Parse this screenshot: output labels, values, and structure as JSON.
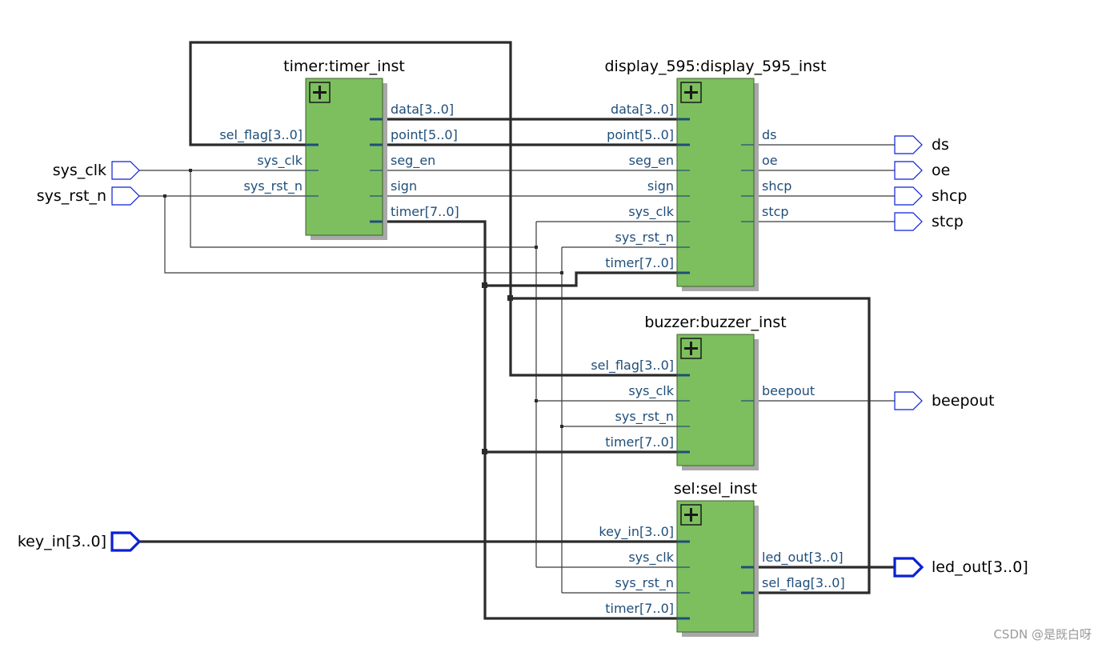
{
  "colors": {
    "block_fill": "#7dbf5e",
    "block_border": "#3e5f2e",
    "shadow": "#a8a8a8",
    "port_text": "#1f4e79",
    "bus_wire": "#2b2b2b",
    "bus_port_stub": "#1f4e79",
    "wire": "#3a3a3a",
    "io_pin": "#0b1fd6"
  },
  "inputs": [
    {
      "name": "sys_clk",
      "icon": "input-pin-icon"
    },
    {
      "name": "sys_rst_n",
      "icon": "input-pin-icon"
    },
    {
      "name": "key_in[3..0]",
      "icon": "input-pin-icon"
    }
  ],
  "outputs": [
    {
      "name": "ds",
      "icon": "output-pin-icon"
    },
    {
      "name": "oe",
      "icon": "output-pin-icon"
    },
    {
      "name": "shcp",
      "icon": "output-pin-icon"
    },
    {
      "name": "stcp",
      "icon": "output-pin-icon"
    },
    {
      "name": "beepout",
      "icon": "output-pin-icon"
    },
    {
      "name": "led_out[3..0]",
      "icon": "output-pin-icon"
    }
  ],
  "blocks": {
    "timer": {
      "title": "timer:timer_inst",
      "expand_icon": "expand-plus-icon",
      "left_ports": [
        "sel_flag[3..0]",
        "sys_clk",
        "sys_rst_n"
      ],
      "right_ports": [
        "data[3..0]",
        "point[5..0]",
        "seg_en",
        "sign",
        "timer[7..0]"
      ]
    },
    "display": {
      "title": "display_595:display_595_inst",
      "expand_icon": "expand-plus-icon",
      "left_ports": [
        "data[3..0]",
        "point[5..0]",
        "seg_en",
        "sign",
        "sys_clk",
        "sys_rst_n",
        "timer[7..0]"
      ],
      "right_ports": [
        "ds",
        "oe",
        "shcp",
        "stcp"
      ]
    },
    "buzzer": {
      "title": "buzzer:buzzer_inst",
      "expand_icon": "expand-plus-icon",
      "left_ports": [
        "sel_flag[3..0]",
        "sys_clk",
        "sys_rst_n",
        "timer[7..0]"
      ],
      "right_ports": [
        "beepout"
      ]
    },
    "sel": {
      "title": "sel:sel_inst",
      "expand_icon": "expand-plus-icon",
      "left_ports": [
        "key_in[3..0]",
        "sys_clk",
        "sys_rst_n",
        "timer[7..0]"
      ],
      "right_ports": [
        "led_out[3..0]",
        "sel_flag[3..0]"
      ]
    }
  },
  "watermark": "CSDN @是既白呀"
}
